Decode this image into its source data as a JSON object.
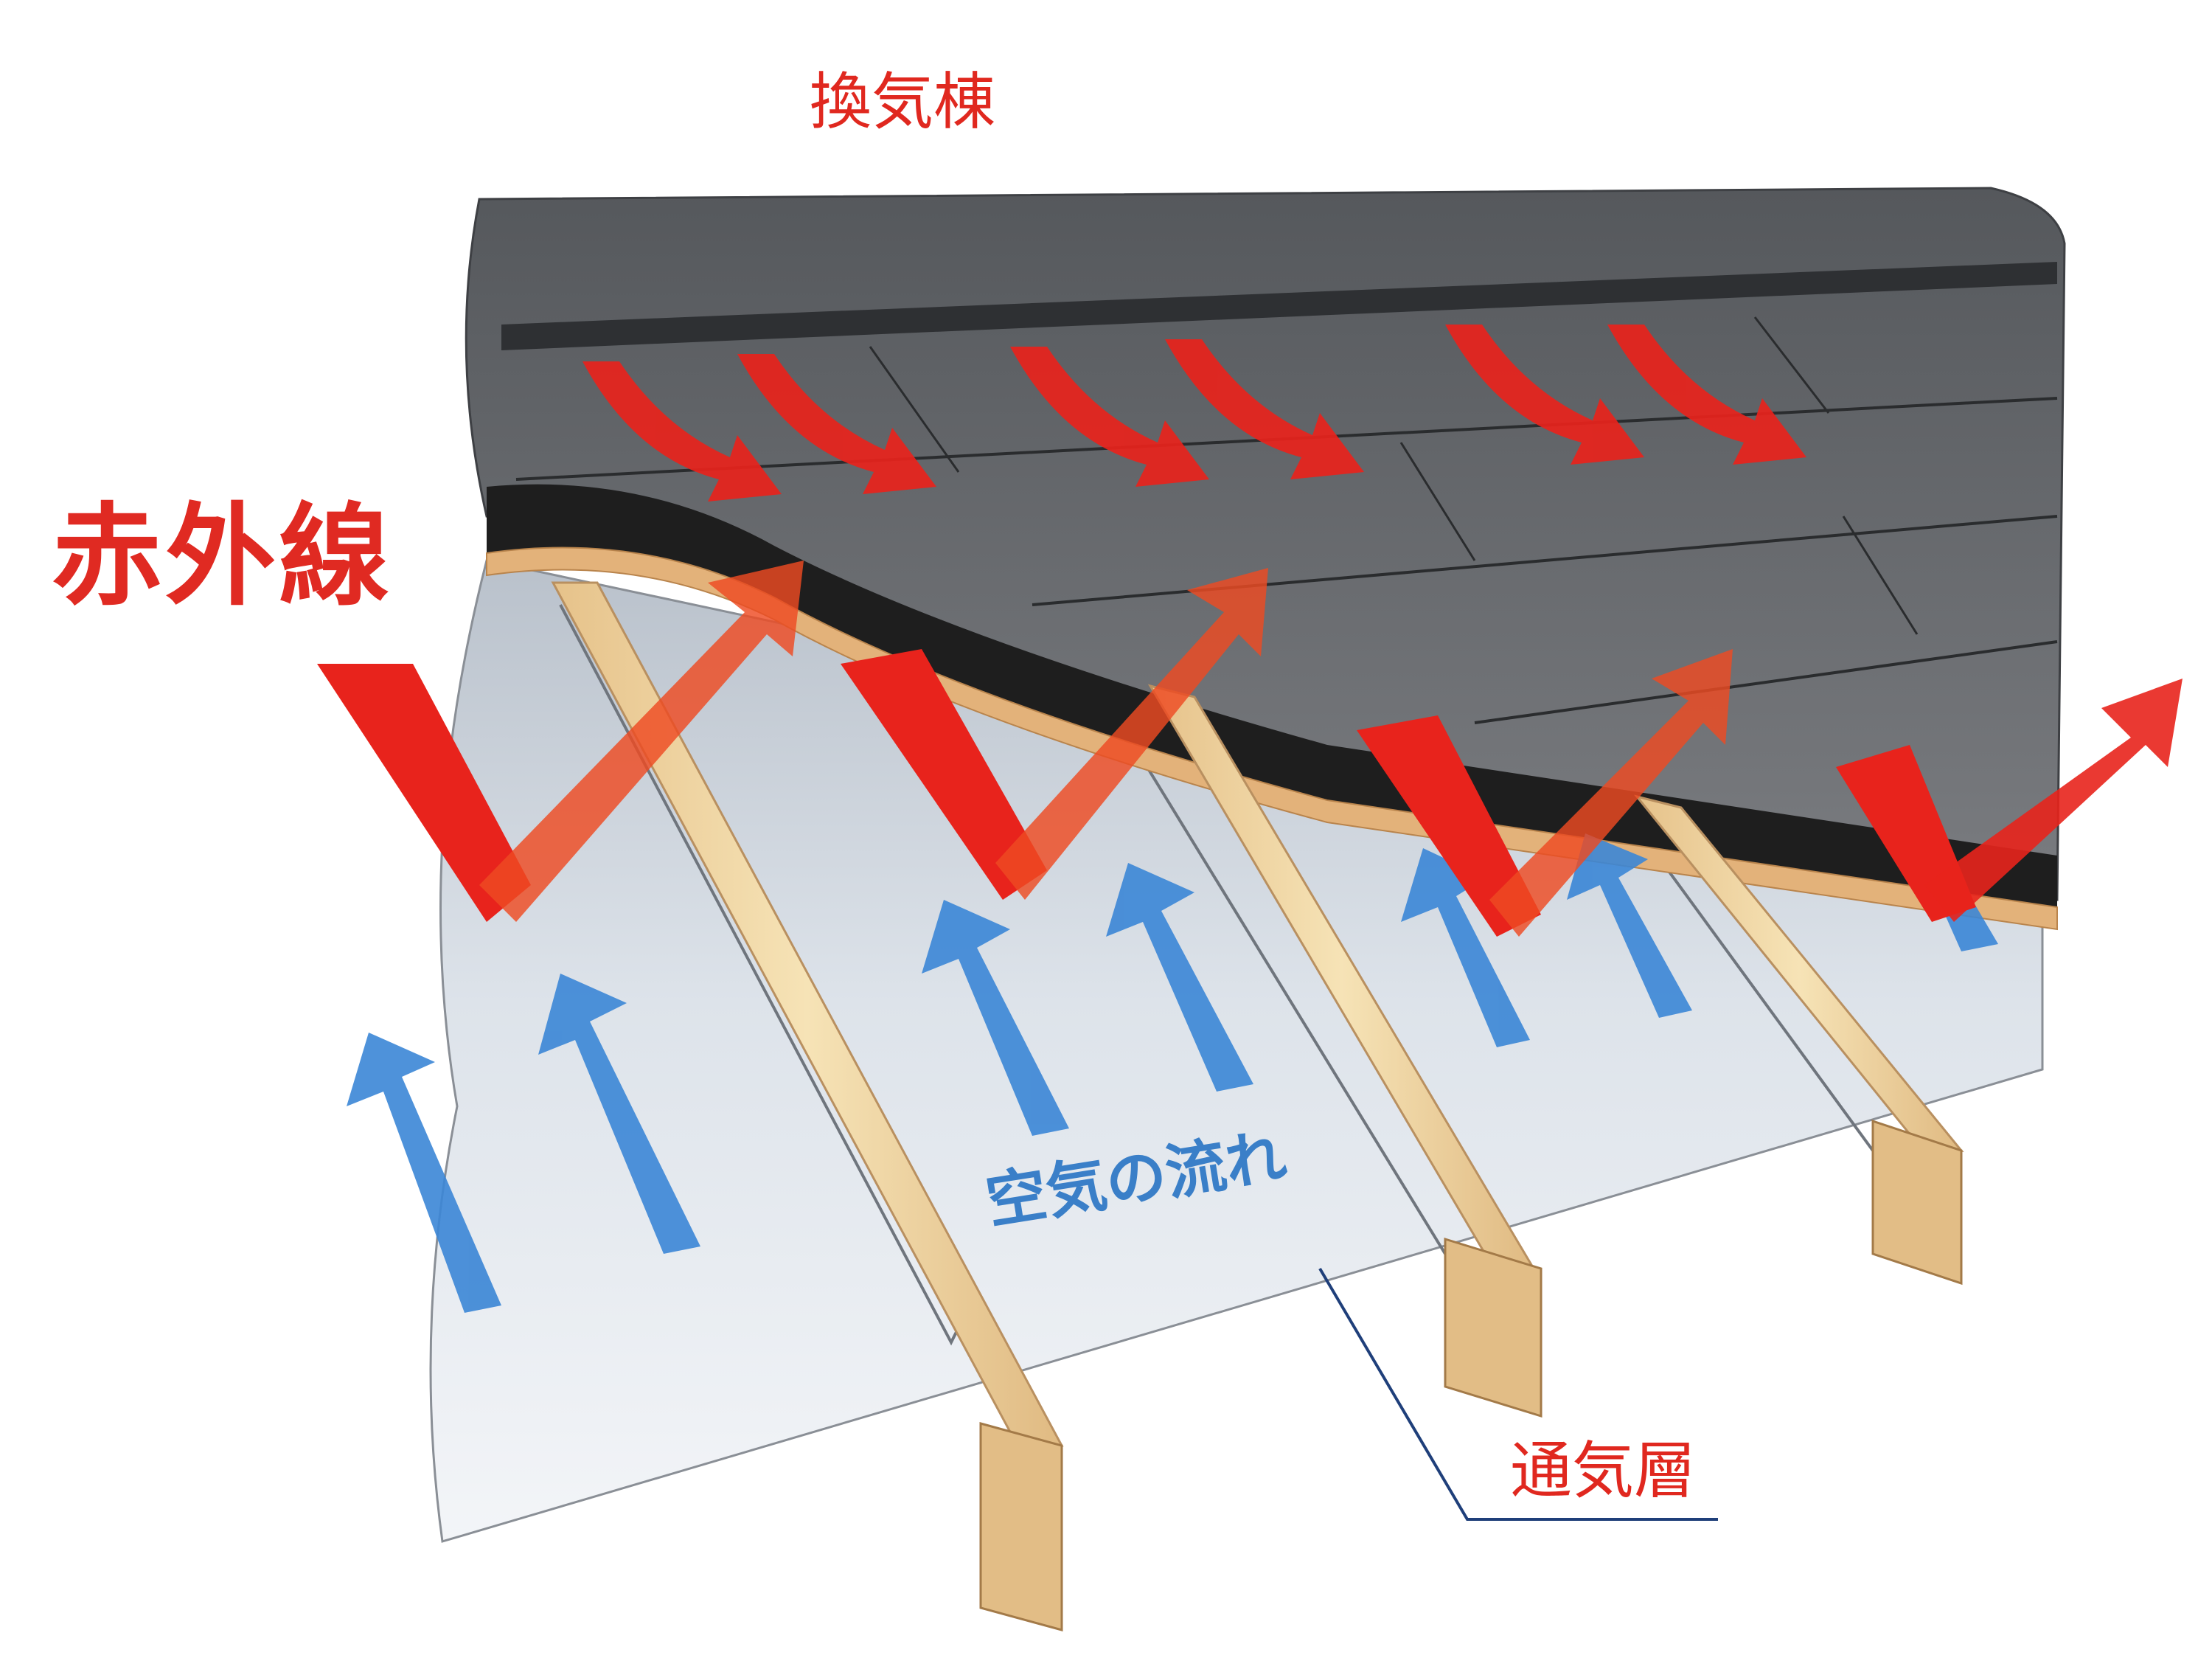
{
  "labels": {
    "vent_ridge": "換気棟",
    "infrared": "赤外線",
    "airflow": "空気の流れ",
    "vent_layer": "通気層"
  },
  "colors": {
    "infrared_arrow": "#e8231c",
    "air_arrow": "#3b86d6",
    "roof_shingle": "#6a6c6f",
    "roof_dark_layer": "#1e1e1e",
    "wood": "#f0d8a4",
    "insulation_sheet": "#e6ecf2",
    "label_red": "#e0281f",
    "label_blue": "#3a7fc8"
  },
  "icons": [
    "infrared-v-arrow-icon",
    "ridge-heat-arrow-icon",
    "air-flow-arrow-icon"
  ]
}
